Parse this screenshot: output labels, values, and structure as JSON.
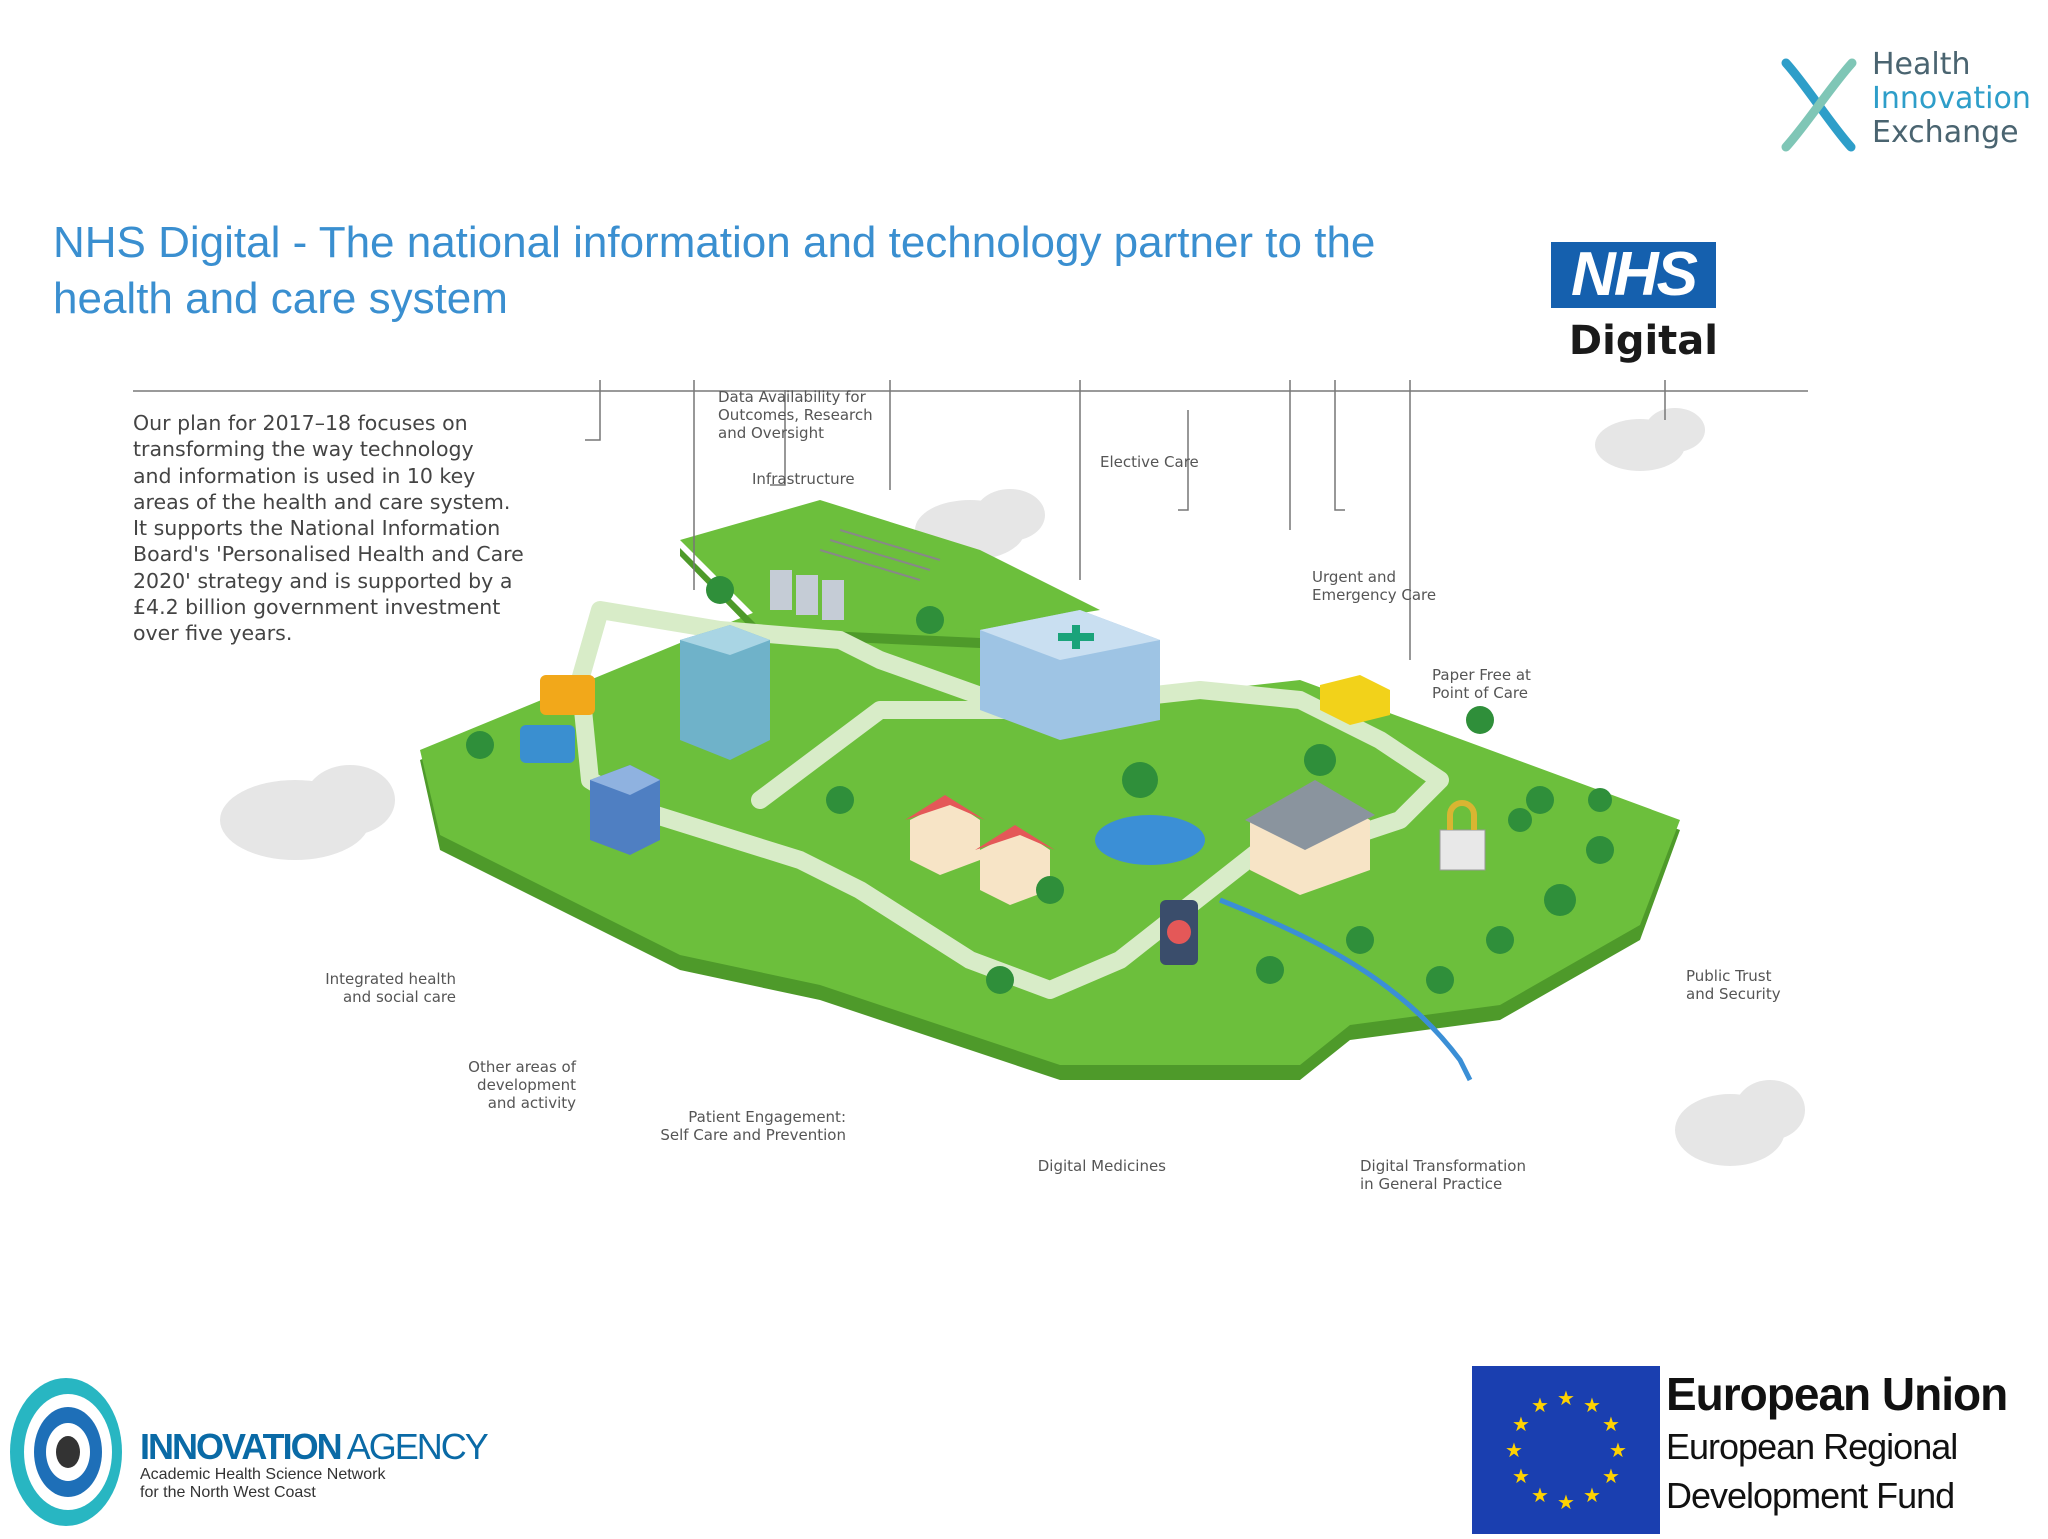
{
  "slide": {
    "title_line1": "NHS Digital - The national information and technology partner to the",
    "title_line2": "health and care system"
  },
  "hie_logo": {
    "line1": "Health",
    "line2": "Innovation",
    "line3": "Exchange",
    "colors": {
      "dark": "#4a6470",
      "accent": "#2e9ec9"
    }
  },
  "nhs_logo": {
    "badge": "NHS",
    "sub": "Digital",
    "color": "#1560ae"
  },
  "infographic": {
    "intro_lines": [
      "Our plan for 2017–18 focuses on",
      "transforming the way technology",
      "and information is used in 10 key",
      "areas of the health and care system.",
      "It supports the National Information",
      "Board's 'Personalised Health and Care",
      "2020' strategy and is supported by a",
      "£4.2 billion government investment",
      "over five years."
    ],
    "labels": {
      "data_availability": [
        "Data Availability for",
        "Outcomes, Research",
        "and Oversight"
      ],
      "infrastructure": [
        "Infrastructure"
      ],
      "elective_care": [
        "Elective Care"
      ],
      "urgent_care": [
        "Urgent and",
        "Emergency Care"
      ],
      "paper_free": [
        "Paper Free at",
        "Point of Care"
      ],
      "public_trust": [
        "Public Trust",
        "and Security"
      ],
      "integrated": [
        "Integrated health",
        "and social care"
      ],
      "other_areas": [
        "Other areas of",
        "development",
        "and activity"
      ],
      "patient_engagement": [
        "Patient Engagement:",
        "Self Care and Prevention"
      ],
      "digital_medicines": [
        "Digital Medicines"
      ],
      "digital_transformation": [
        "Digital Transformation",
        "in General Practice"
      ]
    },
    "colors": {
      "grass": "#6cbf3c",
      "grass_dark": "#4e9a2a",
      "road": "#d8ecc8",
      "water": "#3b8fd6"
    }
  },
  "innovation_agency": {
    "name_bold": "INNOVATION",
    "name_light": " AGENCY",
    "sub_line1": "Academic Health Science Network",
    "sub_line2": "for the North West Coast"
  },
  "eu_logo": {
    "title": "European Union",
    "sub_line1": "European Regional",
    "sub_line2": "Development Fund",
    "flag_color": "#1a3fb0",
    "star_color": "#ffd200"
  }
}
